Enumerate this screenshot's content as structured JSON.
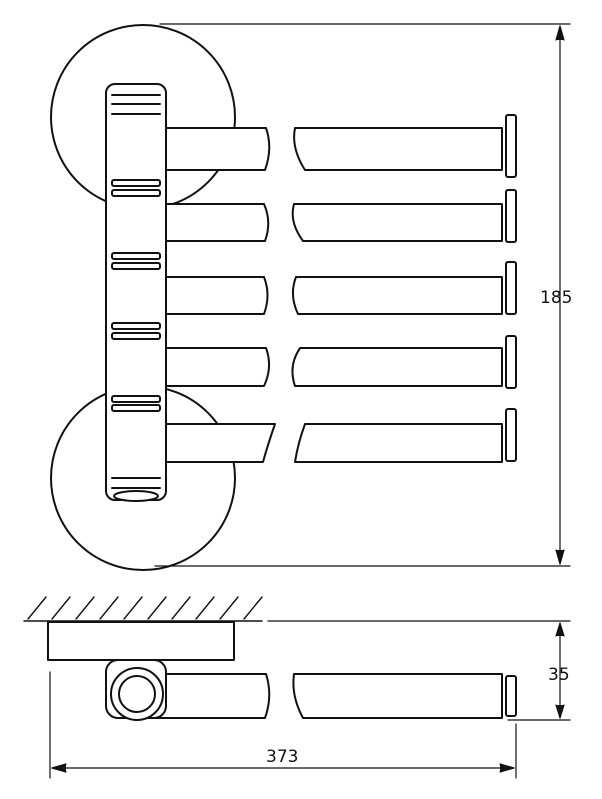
{
  "dimensions": {
    "height_label": "185",
    "depth_label": "35",
    "width_label": "373"
  },
  "colors": {
    "line": "#111111",
    "background": "#ffffff"
  }
}
